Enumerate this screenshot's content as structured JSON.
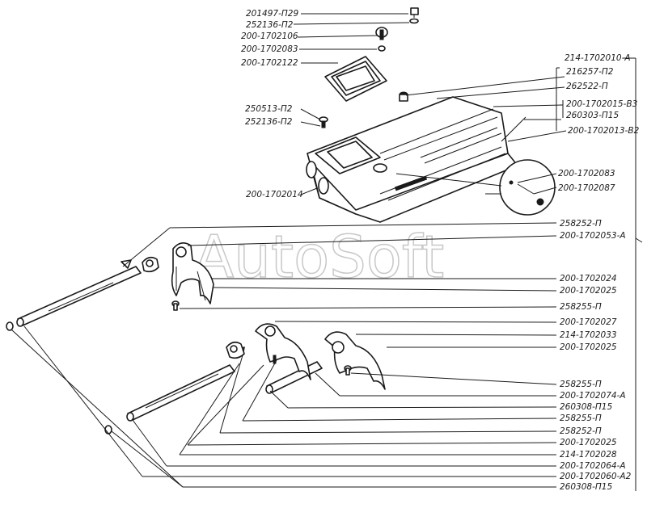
{
  "watermark": "AutoSoft",
  "labels": [
    "201497-П29",
    "252136-П2",
    "200-1702106",
    "200-1702083",
    "200-1702122",
    "250513-П2",
    "252136-П2",
    "200-1702014",
    "214-1702010-А",
    "216257-П2",
    "262522-П",
    "200-1702015-В3",
    "260303-П15",
    "200-1702013-В2",
    "200-1702083",
    "200-1702087",
    "258252-П",
    "200-1702053-А",
    "200-1702024",
    "200-1702025",
    "258255-П",
    "200-1702027",
    "214-1702033",
    "200-1702025",
    "258255-П",
    "200-1702074-А",
    "260308-П15",
    "258255-П",
    "258252-П",
    "200-1702025",
    "214-1702028",
    "200-1702064-А",
    "200-1702060-А2",
    "260308-П15"
  ]
}
